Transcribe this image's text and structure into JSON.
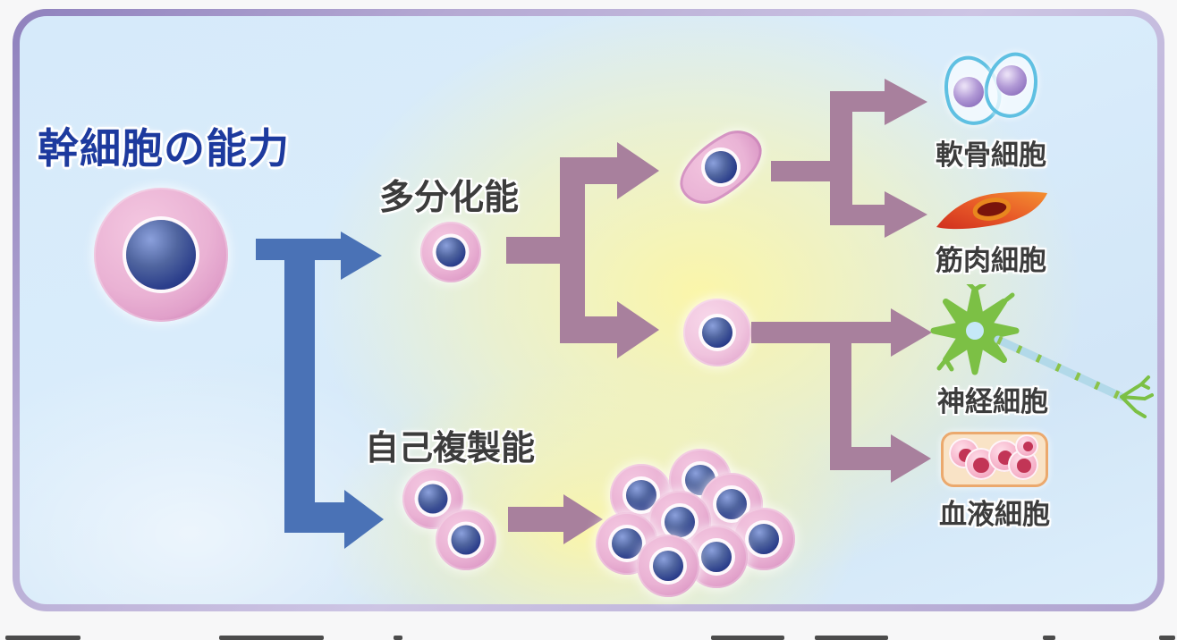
{
  "title": "幹細胞の能力",
  "abilities": {
    "multipotency": {
      "label": "多分化能"
    },
    "self_renewal": {
      "label": "自己複製能"
    }
  },
  "differentiated_cells": {
    "cartilage": {
      "label": "軟骨細胞"
    },
    "muscle": {
      "label": "筋肉細胞"
    },
    "nerve": {
      "label": "神経細胞"
    },
    "blood": {
      "label": "血液細胞"
    }
  },
  "icons": {
    "stem_cell": "large pink cell with blue nucleus",
    "multipotent_cell": "small pink cell with blue nucleus",
    "spindle_progenitor_cell": "pink spindle-shaped cell with blue nucleus",
    "round_progenitor_cell": "pale pink round cell with blue nucleus",
    "self_renewal_cells": "two overlapping pink cells",
    "cell_cluster": "cluster of eight pink cells with blue nuclei",
    "cartilage_cells_icon": "two dividing teardrop cells with cyan outline and purple nuclei",
    "muscle_cell_icon": "red-orange spindle fiber with dark red nucleus",
    "neuron_icon": "green neuron with dendrites, light-blue myelinated axon and terminal branches",
    "blood_cells_icon": "tan vessel box containing five pink cells with dark pink nuclei"
  },
  "colors": {
    "page_background": "#f7f7f8",
    "panel_border_purple": "#a195c9",
    "panel_background_blue": "#d6eafa",
    "glow_yellow": "#fcf6a7",
    "arrow_blue": "#4a72b6",
    "arrow_mauve": "#a8809d",
    "title_blue": "#1d3a9e",
    "label_gray": "#3c3c3c",
    "cell_body_pink": "#eab2d4",
    "cell_rim_pink": "#c06fae",
    "nucleus_blue": "#2c3f8c",
    "cartilage_outline_cyan": "#5fc0e2",
    "cartilage_nucleus_purple": "#9d82c6",
    "muscle_red": "#d63823",
    "muscle_orange": "#f08c30",
    "muscle_nucleus_maroon": "#7a140c",
    "nerve_green": "#7cc045",
    "axon_light_blue": "#b2d9e9",
    "blood_cell_pink": "#f6b3ca",
    "blood_nucleus": "#c23556",
    "blood_box_fill": "#f9e3c6",
    "blood_box_border": "#eba96e"
  }
}
